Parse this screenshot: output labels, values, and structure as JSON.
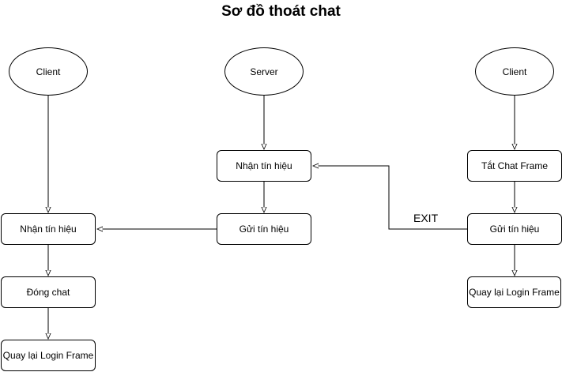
{
  "title": "Sơ đồ thoát chat",
  "nodes": {
    "client_left": "Client",
    "server": "Server",
    "client_right": "Client",
    "left_receive": "Nhận tín hiệu",
    "left_close": "Đóng chat",
    "left_back": "Quay lại Login Frame",
    "server_receive": "Nhận tín hiệu",
    "server_send": "Gửi tín hiệu",
    "right_close_frame": "Tắt Chat Frame",
    "right_send": "Gửi tín hiệu",
    "right_back": "Quay lại Login Frame"
  },
  "edge_labels": {
    "exit": "EXIT"
  }
}
